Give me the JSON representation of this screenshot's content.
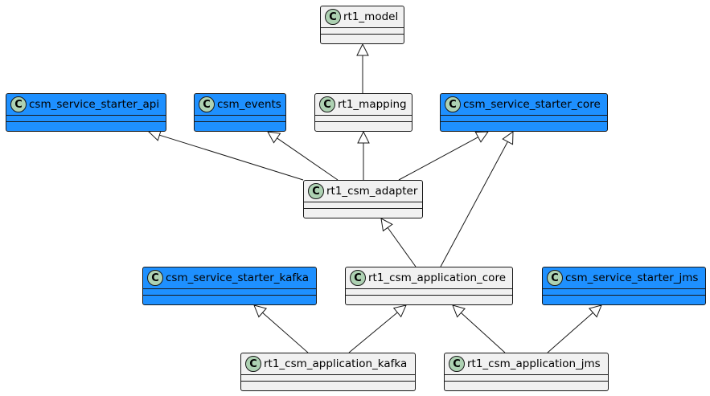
{
  "diagram": {
    "stereotype_badge": "C",
    "colors": {
      "default_fill": "#f1f1f1",
      "highlight_fill": "#1e90ff",
      "badge_fill": "#add1b2",
      "border": "#181818"
    },
    "classes": {
      "rt1_model": {
        "name": "rt1_model",
        "highlighted": false
      },
      "rt1_mapping": {
        "name": "rt1_mapping",
        "highlighted": false
      },
      "csm_service_starter_api": {
        "name": "csm_service_starter_api",
        "highlighted": true
      },
      "csm_events": {
        "name": "csm_events",
        "highlighted": true
      },
      "csm_service_starter_core": {
        "name": "csm_service_starter_core",
        "highlighted": true
      },
      "rt1_csm_adapter": {
        "name": "rt1_csm_adapter",
        "highlighted": false
      },
      "csm_service_starter_kafka": {
        "name": "csm_service_starter_kafka",
        "highlighted": true
      },
      "rt1_csm_application_core": {
        "name": "rt1_csm_application_core",
        "highlighted": false
      },
      "csm_service_starter_jms": {
        "name": "csm_service_starter_jms",
        "highlighted": true
      },
      "rt1_csm_application_kafka": {
        "name": "rt1_csm_application_kafka",
        "highlighted": false
      },
      "rt1_csm_application_jms": {
        "name": "rt1_csm_application_jms",
        "highlighted": false
      }
    },
    "inheritance": [
      {
        "child": "rt1_mapping",
        "parent": "rt1_model"
      },
      {
        "child": "rt1_csm_adapter",
        "parent": "csm_service_starter_api"
      },
      {
        "child": "rt1_csm_adapter",
        "parent": "csm_events"
      },
      {
        "child": "rt1_csm_adapter",
        "parent": "rt1_mapping"
      },
      {
        "child": "rt1_csm_adapter",
        "parent": "csm_service_starter_core"
      },
      {
        "child": "rt1_csm_application_core",
        "parent": "rt1_csm_adapter"
      },
      {
        "child": "rt1_csm_application_core",
        "parent": "csm_service_starter_core"
      },
      {
        "child": "rt1_csm_application_kafka",
        "parent": "csm_service_starter_kafka"
      },
      {
        "child": "rt1_csm_application_kafka",
        "parent": "rt1_csm_application_core"
      },
      {
        "child": "rt1_csm_application_jms",
        "parent": "rt1_csm_application_core"
      },
      {
        "child": "rt1_csm_application_jms",
        "parent": "csm_service_starter_jms"
      }
    ]
  }
}
